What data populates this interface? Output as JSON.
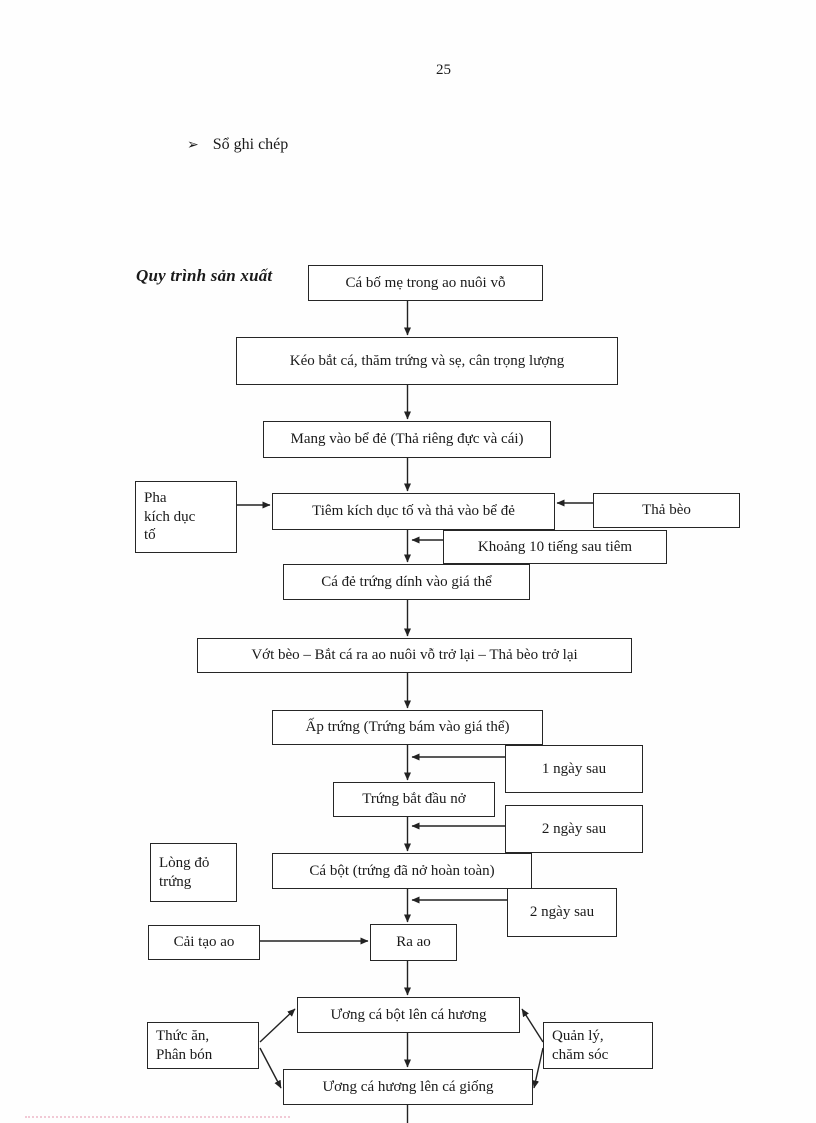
{
  "page": {
    "number": "25",
    "list_item": {
      "marker": "➢",
      "text": "Sổ ghi chép"
    },
    "flowchart_title": "Quy trình sản xuất"
  },
  "flowchart": {
    "nodes": {
      "broodstock": "Cá bố mẹ trong ao nuôi vỗ",
      "catch_check_weigh": "Kéo bắt cá, thăm trứng và sẹ, cân trọng lượng",
      "move_to_spawning_tank": "Mang vào bể đẻ (Thả riêng đực và cái)",
      "prepare_hormone": "Pha\nkích dục\ntố",
      "inject_hormone": "Tiêm kích dục tố và thả vào bể đẻ",
      "release_duckweed": "Thả bèo",
      "about_10_hours_after": "Khoảng 10 tiếng sau tiêm",
      "eggs_stick_substrate": "Cá đẻ trứng dính vào giá thể",
      "remove_duckweed_return_fish": "Vớt bèo – Bắt cá ra ao nuôi vỗ trở lại – Thả bèo trở lại",
      "incubate_eggs": "Ấp trứng (Trứng bám vào giá thể)",
      "one_day_later": "1 ngày sau",
      "eggs_begin_hatch": "Trứng bắt đầu nở",
      "two_days_later_a": "2 ngày sau",
      "egg_yolk": "Lòng đỏ\ntrứng",
      "fry_fully_hatched": "Cá bột (trứng đã nở hoàn toàn)",
      "two_days_later_b": "2 ngày sau",
      "pond_preparation": "Cải tạo ao",
      "to_pond": "Ra ao",
      "nurse_fry_to_fingerling": "Ương cá bột lên cá hương",
      "feed_fertilizer": "Thức ăn,\nPhân bón",
      "management_care": "Quản lý,\nchăm sóc",
      "nurse_fingerling_to_juvenile": "Ương cá hương lên cá giống"
    }
  }
}
